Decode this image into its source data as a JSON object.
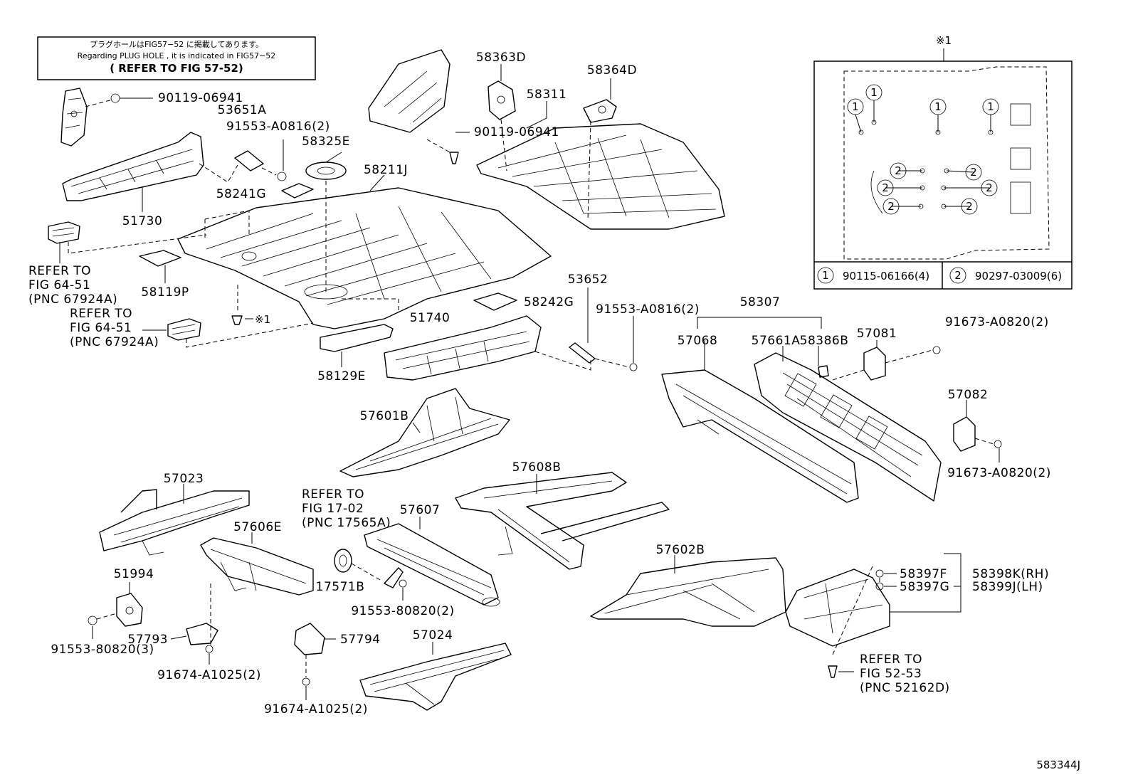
{
  "note": {
    "japanese": "プラグホールはFIG57−52 に掲載してあります。",
    "english": "Regarding PLUG HOLE , it is indicated in FIG57−52",
    "refer": "( REFER TO FIG 57-52)"
  },
  "parts": [
    {
      "id": "p1",
      "label": "90119-06941"
    },
    {
      "id": "p2",
      "label": "53651A"
    },
    {
      "id": "p3",
      "label": "91553-A0816(2)"
    },
    {
      "id": "p4",
      "label": "58325E"
    },
    {
      "id": "p5",
      "label": "58211J"
    },
    {
      "id": "p6",
      "label": "58241G"
    },
    {
      "id": "p7",
      "label": "51730"
    },
    {
      "id": "p8",
      "label": "58119P"
    },
    {
      "id": "p9",
      "label": "58363D"
    },
    {
      "id": "p10",
      "label": "58364D"
    },
    {
      "id": "p11",
      "label": "58311"
    },
    {
      "id": "p12",
      "label": "90119-06941"
    },
    {
      "id": "p13",
      "label": "53652"
    },
    {
      "id": "p14",
      "label": "58242G"
    },
    {
      "id": "p15",
      "label": "51740"
    },
    {
      "id": "p16",
      "label": "58129E"
    },
    {
      "id": "p17",
      "label": "91553-A0816(2)"
    },
    {
      "id": "p18",
      "label": "58307"
    },
    {
      "id": "p19",
      "label": "57068"
    },
    {
      "id": "p20",
      "label": "57661A"
    },
    {
      "id": "p21",
      "label": "58386B"
    },
    {
      "id": "p22",
      "label": "57081"
    },
    {
      "id": "p23",
      "label": "91673-A0820(2)"
    },
    {
      "id": "p24",
      "label": "57082"
    },
    {
      "id": "p25",
      "label": "91673-A0820(2)"
    },
    {
      "id": "p26",
      "label": "57601B"
    },
    {
      "id": "p27",
      "label": "57023"
    },
    {
      "id": "p28",
      "label": "57608B"
    },
    {
      "id": "p29",
      "label": "57607"
    },
    {
      "id": "p30",
      "label": "57606E"
    },
    {
      "id": "p31",
      "label": "51994"
    },
    {
      "id": "p32",
      "label": "17571B"
    },
    {
      "id": "p33",
      "label": "91553-80820(2)"
    },
    {
      "id": "p34",
      "label": "57602B"
    },
    {
      "id": "p35",
      "label": "58397F"
    },
    {
      "id": "p36",
      "label": "58397G"
    },
    {
      "id": "p37",
      "label": "58398K(RH)"
    },
    {
      "id": "p38",
      "label": "58399J(LH)"
    },
    {
      "id": "p39",
      "label": "57793"
    },
    {
      "id": "p40",
      "label": "91553-80820(3)"
    },
    {
      "id": "p41",
      "label": "91674-A1025(2)"
    },
    {
      "id": "p42",
      "label": "57794"
    },
    {
      "id": "p43",
      "label": "57024"
    },
    {
      "id": "p44",
      "label": "91674-A1025(2)"
    }
  ],
  "references": [
    {
      "id": "r1",
      "lines": [
        "REFER TO",
        "FIG 64-51",
        "(PNC 67924A)"
      ]
    },
    {
      "id": "r2",
      "lines": [
        "REFER TO",
        "FIG 64-51",
        "(PNC 67924A)"
      ]
    },
    {
      "id": "r3",
      "lines": [
        "REFER TO",
        "FIG 17-02",
        "(PNC 17565A)"
      ]
    },
    {
      "id": "r4",
      "lines": [
        "REFER TO",
        "FIG 52-53",
        "(PNC 52162D)"
      ]
    }
  ],
  "detail": {
    "mark": "※1",
    "callout_mark": "※1",
    "legend": [
      {
        "num": "1",
        "part": "90115-06166(4)"
      },
      {
        "num": "2",
        "part": "90297-03009(6)"
      }
    ]
  },
  "figure_id": "583344J"
}
